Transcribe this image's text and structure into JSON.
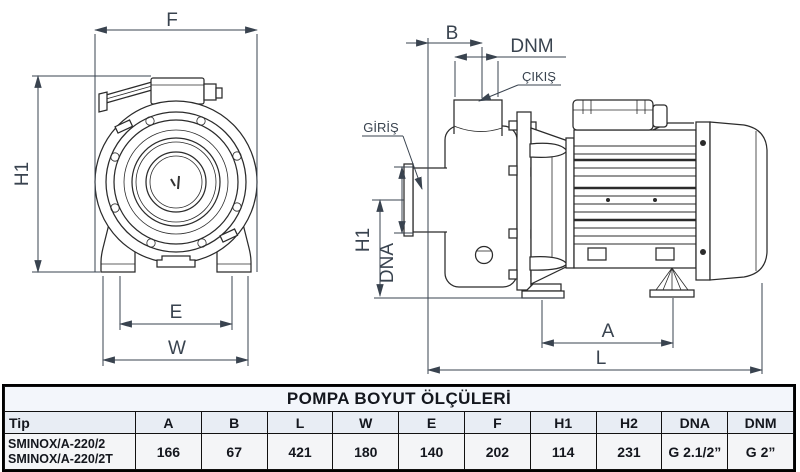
{
  "drawing": {
    "front_view": {
      "dims": {
        "f": "F",
        "h1": "H1",
        "e": "E",
        "w": "W"
      }
    },
    "side_view": {
      "dims": {
        "b": "B",
        "dnm": "DNM",
        "h1": "H1",
        "dna": "DNA",
        "a": "A",
        "l": "L"
      },
      "labels": {
        "outlet": "ÇIKIŞ",
        "inlet": "GİRİŞ"
      }
    },
    "line_color": "#2b2b2b",
    "dim_color": "#39434f"
  },
  "table": {
    "title": "POMPA BOYUT ÖLÇÜLERİ",
    "columns": [
      "Tip",
      "A",
      "B",
      "L",
      "W",
      "E",
      "F",
      "H1",
      "H2",
      "DNA",
      "DNM"
    ],
    "rows": [
      {
        "tip": [
          "SMINOX/A-220/2",
          "SMINOX/A-220/2T"
        ],
        "values": [
          "166",
          "67",
          "421",
          "180",
          "140",
          "202",
          "114",
          "231",
          "G 2.1/2”",
          "G 2”"
        ]
      }
    ]
  }
}
